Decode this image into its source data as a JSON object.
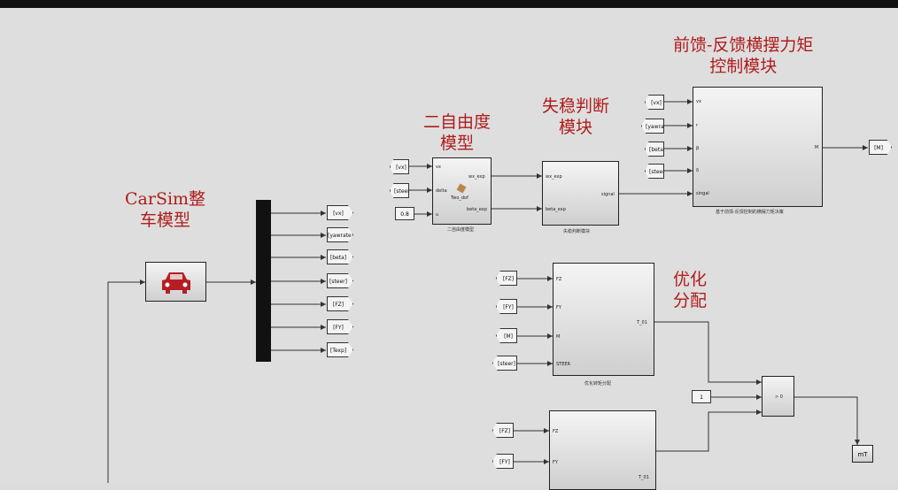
{
  "titles": {
    "carsim": "CarSim整\n车模型",
    "dof2": "二自由度\n模型",
    "instability": "失稳判断\n模块",
    "feedback": "前馈-反馈横摆力矩\n控制模块",
    "optimize": "优化\n分配"
  },
  "carsim_bus": {
    "outputs": [
      "[vx]",
      "[yawrate]",
      "[beta]",
      "[steer]",
      "[FZ]",
      "[FY]",
      "[Texp]"
    ]
  },
  "dof2_block": {
    "inputs": [
      "[vx]",
      "[steer]",
      "0.8"
    ],
    "in_ports": [
      "vx",
      "delta",
      "u"
    ],
    "out_ports": [
      "wx_exp",
      "beta_exp"
    ],
    "inner": "Two_dof",
    "caption": "二自由度模型"
  },
  "instability_block": {
    "in_ports": [
      "wx_exp",
      "beta_exp"
    ],
    "out_port": "signal",
    "caption": "失稳判断模块"
  },
  "feedback_block": {
    "inputs": [
      "[vx]",
      "[yawrate]",
      "[beta]",
      "[steer]"
    ],
    "in_ports": [
      "vx",
      "r",
      "β",
      "δ",
      "singal"
    ],
    "out_port": "M",
    "output_tag": "[M]",
    "caption": "基于前馈-反馈控制的横摆力矩决策"
  },
  "optimize_block": {
    "inputs": [
      "[FZ]",
      "[FY]",
      "[M]",
      "[steer]"
    ],
    "in_ports": [
      "FZ",
      "FY",
      "M",
      "STEER"
    ],
    "out_port": "T_01",
    "caption": "优化转矩分配"
  },
  "optimize_block2": {
    "inputs": [
      "[FZ]",
      "[FY]"
    ],
    "in_ports": [
      "FZ",
      "FY"
    ],
    "out_port": "T_01"
  },
  "switch_const": "1",
  "switch_label": "> 0",
  "bottom_right_tag": "mT"
}
